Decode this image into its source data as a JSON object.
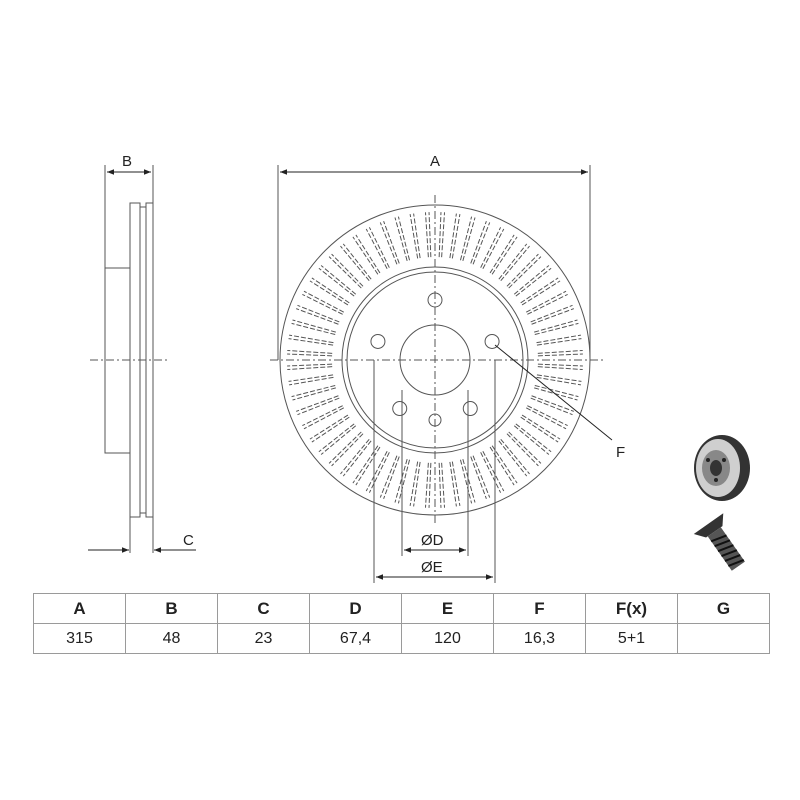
{
  "drawing": {
    "dim_labels": {
      "A": "A",
      "B": "B",
      "C": "C",
      "D": "ØD",
      "E": "ØE",
      "F": "F"
    },
    "bolt_holes": 5,
    "extra_holes": 1,
    "vent_count": 60
  },
  "table": {
    "headers": [
      "A",
      "B",
      "C",
      "D",
      "E",
      "F",
      "F(x)",
      "G"
    ],
    "values": [
      "315",
      "48",
      "23",
      "67,4",
      "120",
      "16,3",
      "5+1",
      ""
    ]
  }
}
